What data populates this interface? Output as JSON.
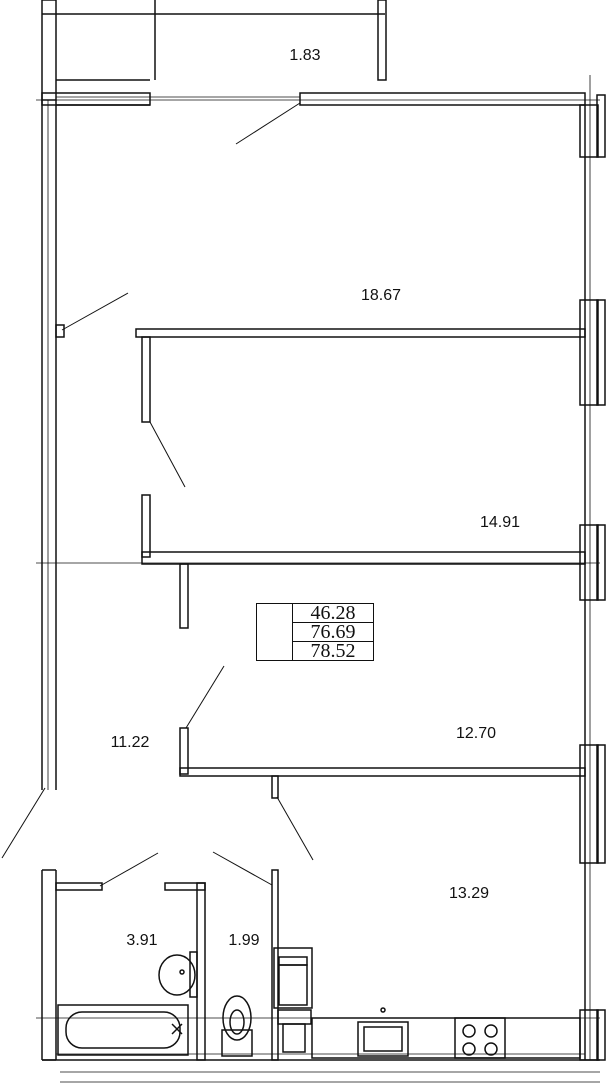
{
  "rooms": {
    "balcony": {
      "area": "1.83"
    },
    "room_top": {
      "area": "18.67"
    },
    "room_middle": {
      "area": "14.91"
    },
    "hall": {
      "area": "11.22"
    },
    "room_right": {
      "area": "12.70"
    },
    "bathroom": {
      "area": "3.91"
    },
    "toilet": {
      "area": "1.99"
    },
    "kitchen": {
      "area": "13.29"
    }
  },
  "area_summary": {
    "living": "46.28",
    "total": "76.69",
    "total_with_balcony": "78.52"
  }
}
